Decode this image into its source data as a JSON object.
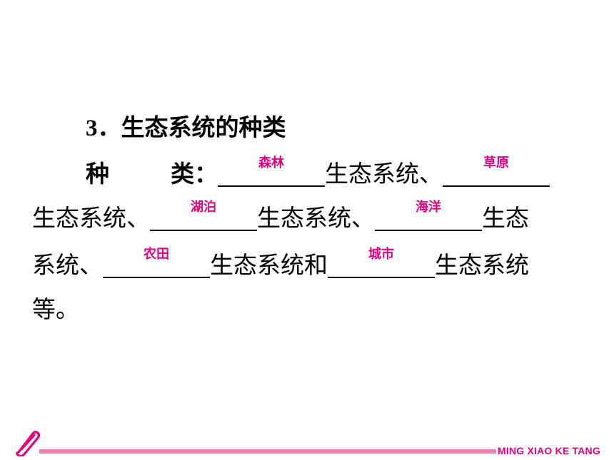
{
  "heading": {
    "number": "3．",
    "title": "生态系统的种类"
  },
  "label": {
    "char1": "种",
    "char2": "类：",
    "word": "种类"
  },
  "suffix_ecosystem": "生态系统",
  "sep": "、",
  "conj": "和",
  "suffix_etc": "生态系统等。",
  "blanks": [
    {
      "answer": "森林"
    },
    {
      "answer": "草原"
    },
    {
      "answer": "湖泊"
    },
    {
      "answer": "海洋"
    },
    {
      "answer": "农田"
    },
    {
      "answer": "城市"
    }
  ],
  "footer": {
    "brand": "MING XIAO KE TANG",
    "accent_color": "#e4007f",
    "rule_color": "#f080b0",
    "logo_icon": "pencil-icon"
  }
}
